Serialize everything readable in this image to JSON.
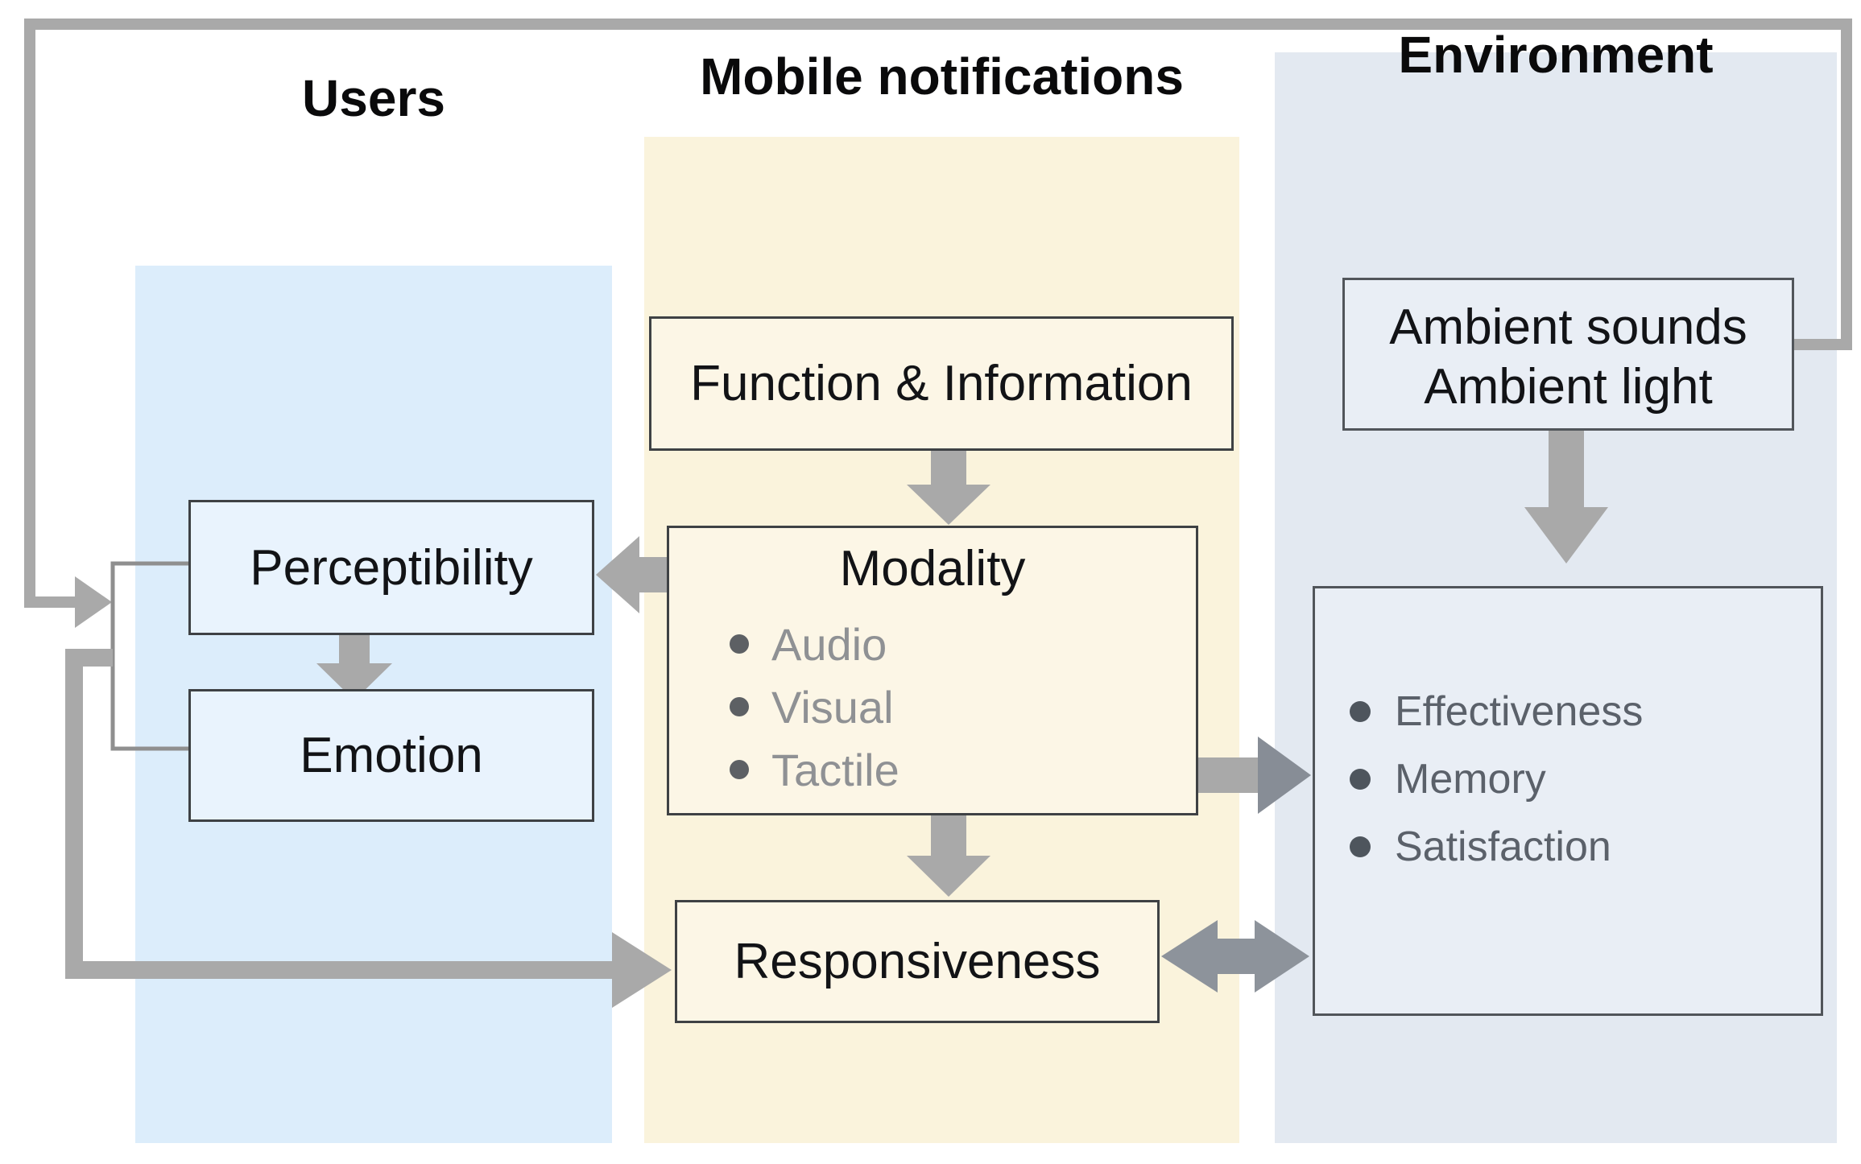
{
  "diagram": {
    "panels": {
      "users": {
        "title": "Users",
        "boxes": {
          "perceptibility": "Perceptibility",
          "emotion": "Emotion"
        }
      },
      "mobile_notifications": {
        "title": "Mobile notifications",
        "boxes": {
          "function_information": "Function & Information",
          "modality": {
            "title": "Modality",
            "items": [
              "Audio",
              "Visual",
              "Tactile"
            ]
          },
          "responsiveness": "Responsiveness"
        }
      },
      "environment": {
        "title": "Environment",
        "boxes": {
          "ambient": {
            "line1": "Ambient sounds",
            "line2": "Ambient light"
          },
          "outcomes": {
            "items": [
              "Effectiveness",
              "Memory",
              "Satisfaction"
            ]
          }
        }
      }
    },
    "connections": [
      "function-information to modality (down arrow)",
      "modality to perceptibility (left arrow)",
      "perceptibility to emotion (down arrow)",
      "modality to responsiveness (down arrow)",
      "modality to outcomes (right arrow)",
      "responsiveness to outcomes (double arrow)",
      "ambient to outcomes (down arrow)",
      "ambient to perceptibility/emotion (outer feedback loop)",
      "perceptibility/emotion to responsiveness (feedback path)"
    ],
    "colors": {
      "users_panel": "#dcedfb",
      "users_box": "#e9f3fd",
      "mobile_panel": "#faf3dc",
      "mobile_box": "#fcf6e6",
      "environment_panel": "#e3e9f1",
      "environment_box": "#e9eef5",
      "arrow_light_gray": "#a9a9a9",
      "arrow_dark_gray": "#8d939b",
      "bracket_gray": "#8f8f8f",
      "box_border": "#3e4144",
      "bullet_text_gray": "#8f9194",
      "outcome_text_gray": "#5b616a"
    }
  }
}
